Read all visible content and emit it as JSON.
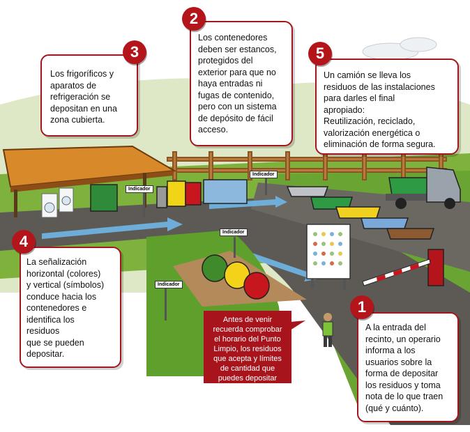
{
  "callouts": [
    {
      "number": "1",
      "text": "A la entrada del\nrecinto, un operario\ninforma a los\nusuarios sobre la\nforma de depositar\nlos residuos y toma\nnota de lo que traen\n(qué y cuánto)."
    },
    {
      "number": "2",
      "text": "Los contenedores\ndeben ser estancos,\nprotegidos del\nexterior para que no\nhaya entradas ni\nfugas de contenido,\npero con un sistema\nde depósito de fácil\nacceso."
    },
    {
      "number": "3",
      "text": "Los frigoríficos y\naparatos de\nrefrigeración se\ndepositan en una\nzona cubierta."
    },
    {
      "number": "4",
      "text": "La señalización\nhorizontal (colores)\ny vertical (símbolos)\nconduce hacia los\ncontenedores e\nidentifica los\nresiduos\nque se pueden\ndepositar."
    },
    {
      "number": "5",
      "text": "Un camión se lleva los\nresiduos de las instalaciones\npara darles el final\napropiado:\nReutilización, reciclado,\nvalorización energética o\neliminación de forma segura."
    }
  ],
  "reminder": "Antes de venir\nrecuerda comprobar\nel horario del Punto\nLimpio, los residuos\nque acepta y límites\nde cantidad que\npuedes depositar",
  "sign_label": "Indicador",
  "colors": {
    "accent": "#b3151b",
    "grass": "#6aa533",
    "road": "#5a5752",
    "fence": "#a86b32",
    "roof": "#d88a2a"
  }
}
